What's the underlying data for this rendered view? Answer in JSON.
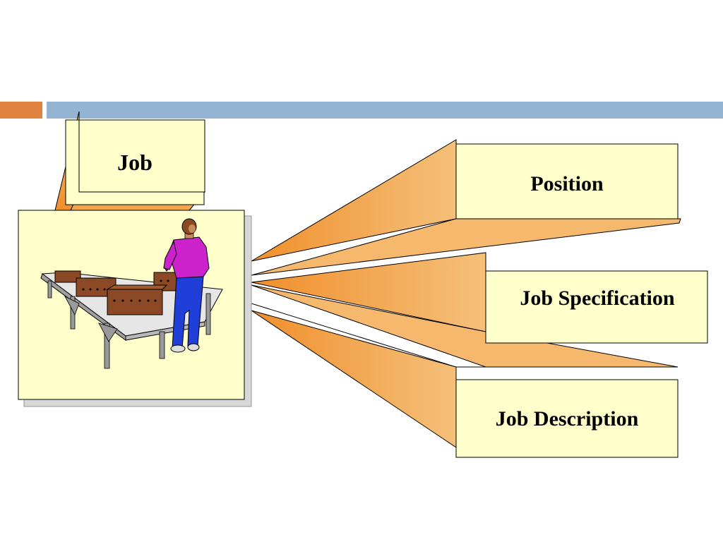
{
  "colors": {
    "accent_orange": "#e0823f",
    "accent_blue": "#93b4d2",
    "box_fill": "#ffffcc",
    "beam_light": "#f5c07a",
    "beam_dark": "#f09a3a",
    "shirt": "#cc22cc",
    "pants": "#1f3fd8",
    "crate": "#8b4a25"
  },
  "labels": {
    "job": "Job",
    "position": "Position",
    "job_specification": "Job Specification",
    "job_description": "Job Description"
  },
  "icons": {
    "worker": "worker-at-conveyor-illustration"
  }
}
